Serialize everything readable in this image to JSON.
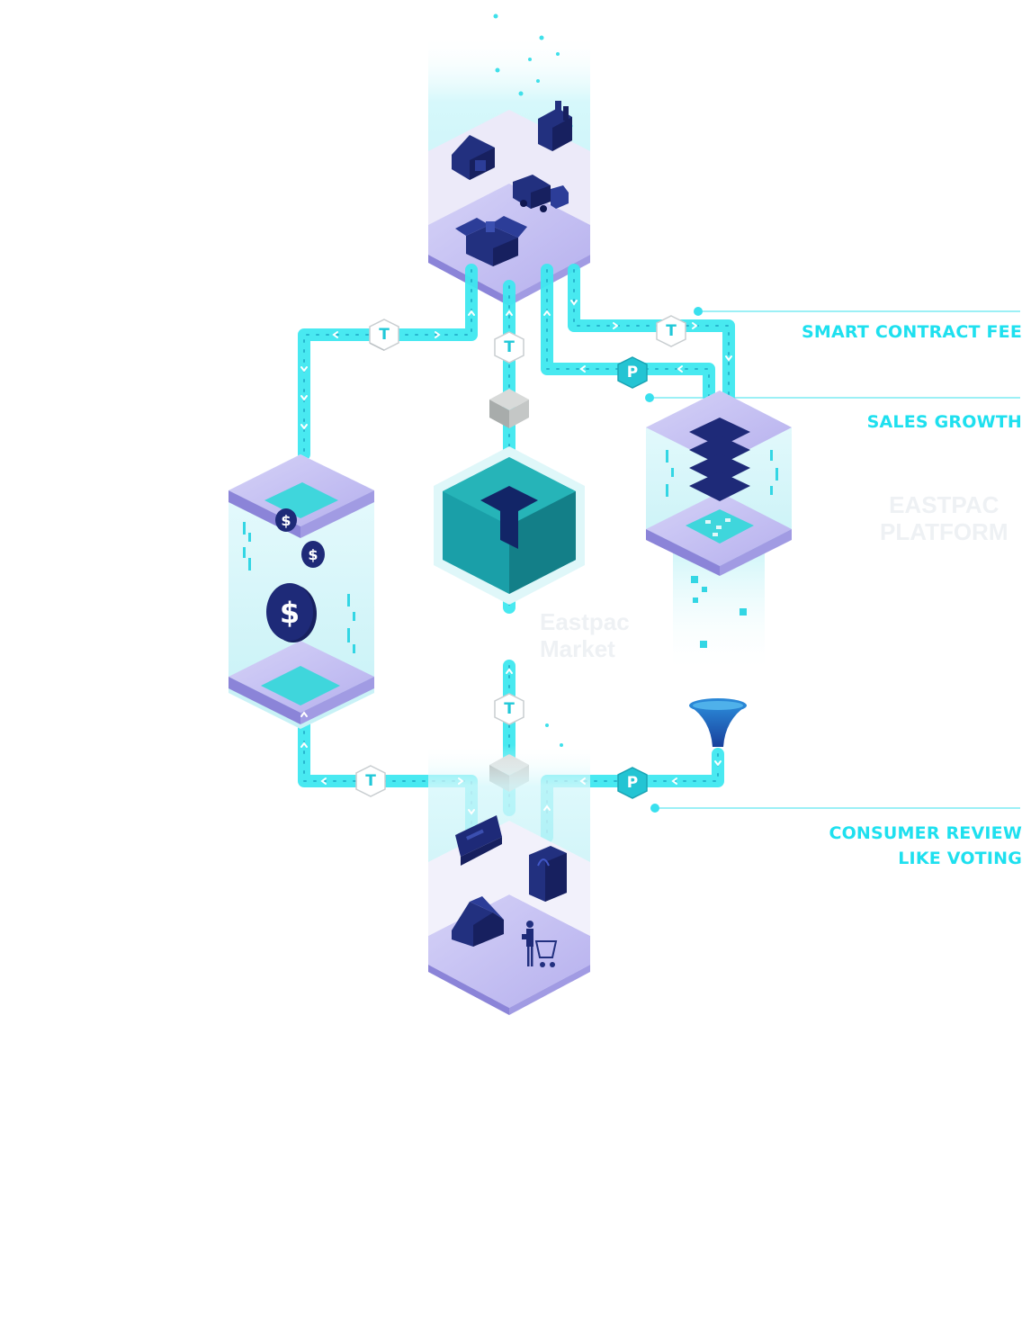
{
  "labels": {
    "smart_contract_fee": "SMART CONTRACT FEE",
    "sales_growth": "SALES GROWTH",
    "consumer_review_line1": "CONSUMER REVIEW",
    "consumer_review_line2": "LIKE VOTING",
    "platform_line1": "EASTPAC",
    "platform_line2": "PLATFORM",
    "market_line1": "Eastpac",
    "market_line2": "Market"
  },
  "badges": {
    "token": "T",
    "point": "P"
  },
  "icons": [
    "factory-icon",
    "warehouse-icon",
    "truck-icon",
    "open-box-icon",
    "coin-icon",
    "stack-icon",
    "funnel-icon",
    "card-icon",
    "shopping-bag-icon",
    "store-icon",
    "shopper-icon",
    "eastpac-logo-icon"
  ],
  "colors": {
    "accent": "#1ee0ef",
    "pipe": "#3fe8f0",
    "navy": "#1e2a78",
    "lavender": "#b8b3ee",
    "teal": "#1a9fa8"
  }
}
